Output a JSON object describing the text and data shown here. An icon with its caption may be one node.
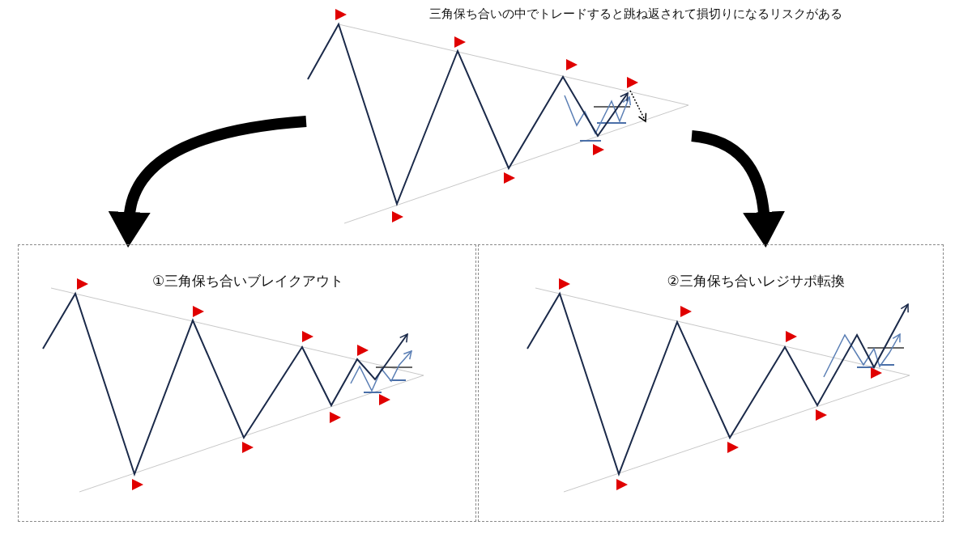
{
  "diagram": {
    "nodes": [
      {
        "text": [],
        "shape": "picture"
      },
      {
        "text": [
          "①三角保ち合いブレイクアウト"
        ]
      },
      {
        "text": [
          "②三角保ち合いレジサポ転換"
        ]
      }
    ],
    "edges": [
      {
        "from": 0,
        "to": 1,
        "arrow": "to"
      },
      {
        "from": 0,
        "to": 2,
        "arrow": "to"
      }
    ],
    "labels": [
      "三角保ち合いの中でトレードすると跳ね返されて損切りになるリスクがある"
    ]
  }
}
